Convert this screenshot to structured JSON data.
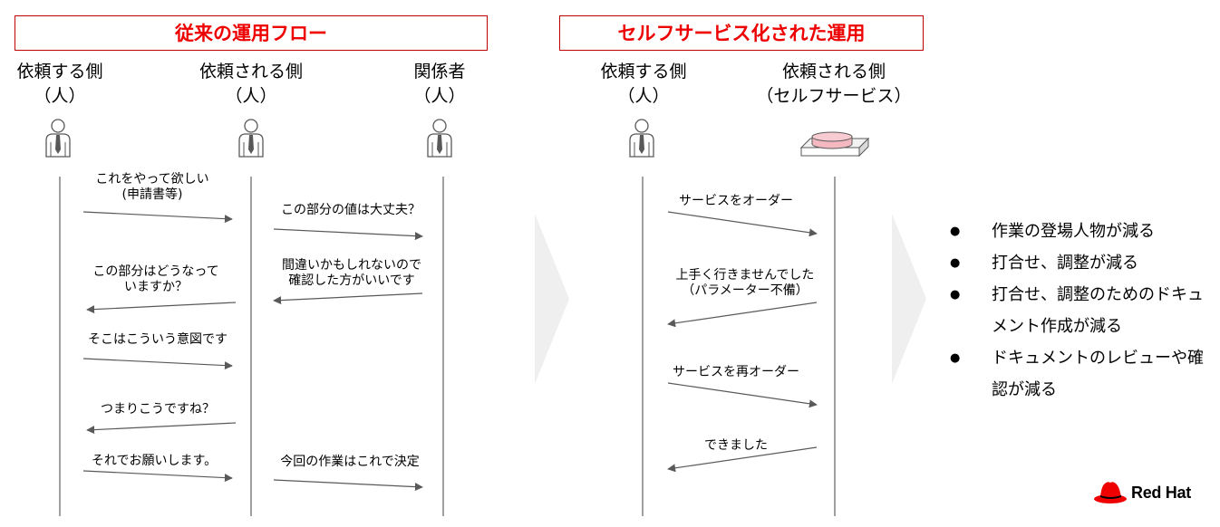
{
  "left_panel": {
    "title": "従来の運用フロー",
    "actors": [
      {
        "name": "依頼する側",
        "sub": "（人）"
      },
      {
        "name": "依頼される側",
        "sub": "（人）"
      },
      {
        "name": "関係者",
        "sub": "（人）"
      }
    ],
    "messages": [
      {
        "text": "これをやって欲しい\n(申請書等)"
      },
      {
        "text": "この部分の値は大丈夫？"
      },
      {
        "text": "間違いかもしれないので\n確認した方がいいです"
      },
      {
        "text": "この部分はどうなって\nいますか？"
      },
      {
        "text": "そこはこういう意図です"
      },
      {
        "text": "つまりこうですね？"
      },
      {
        "text": "それでお願いします。"
      },
      {
        "text": "今回の作業はこれで決定"
      }
    ]
  },
  "right_panel": {
    "title": "セルフサービス化された運用",
    "actors": [
      {
        "name": "依頼する側",
        "sub": "（人）"
      },
      {
        "name": "依頼される側",
        "sub": "（セルフサービス）"
      }
    ],
    "messages": [
      {
        "text": "サービスをオーダー"
      },
      {
        "text": "上手く行きませんでした\n（パラメーター不備）"
      },
      {
        "text": "サービスを再オーダー"
      },
      {
        "text": "できました"
      }
    ]
  },
  "benefits": [
    "作業の登場人物が減る",
    "打合せ、調整が減る",
    "打合せ、調整のためのドキュメント作成が減る",
    "ドキュメントのレビューや確認が減る"
  ],
  "logo": {
    "text": "Red Hat",
    "color": "#ee0000"
  },
  "colors": {
    "title_text": "#ee0000",
    "title_border": "#c00000",
    "arrow": "#595959",
    "chevron": "#efefef"
  }
}
